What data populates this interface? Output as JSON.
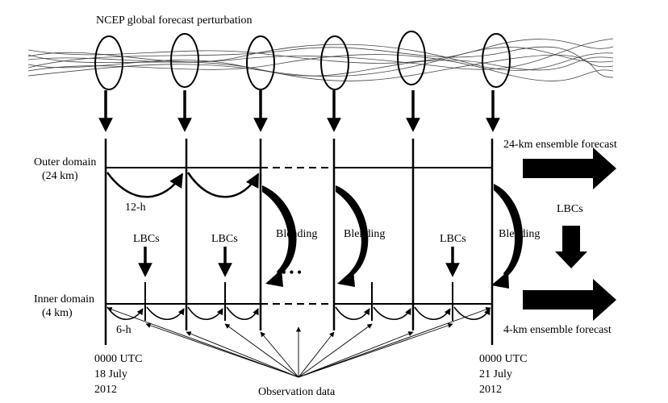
{
  "diagram": {
    "title": "NCEP global forecast perturbation",
    "outer_domain": {
      "line1": "Outer domain",
      "line2": "(24 km)"
    },
    "inner_domain": {
      "line1": "Inner domain",
      "line2": "(4 km)"
    },
    "interval_outer": "12-h",
    "interval_inner": "6-h",
    "lbc_labels": [
      "LBCs",
      "LBCs",
      "LBCs"
    ],
    "blending_labels": [
      "Blending",
      "Blending",
      "Blending"
    ],
    "ellipsis": "• • •",
    "right_side": {
      "outer_forecast": "24-km ensemble forecast",
      "lbcs": "LBCs",
      "inner_forecast": "4-km ensemble forecast"
    },
    "start_time": {
      "line1": "0000 UTC",
      "line2": "18 July",
      "line3": "2012"
    },
    "end_time": {
      "line1": "0000 UTC",
      "line2": "21 July",
      "line3": "2012"
    },
    "observation_label": "Observation data"
  }
}
